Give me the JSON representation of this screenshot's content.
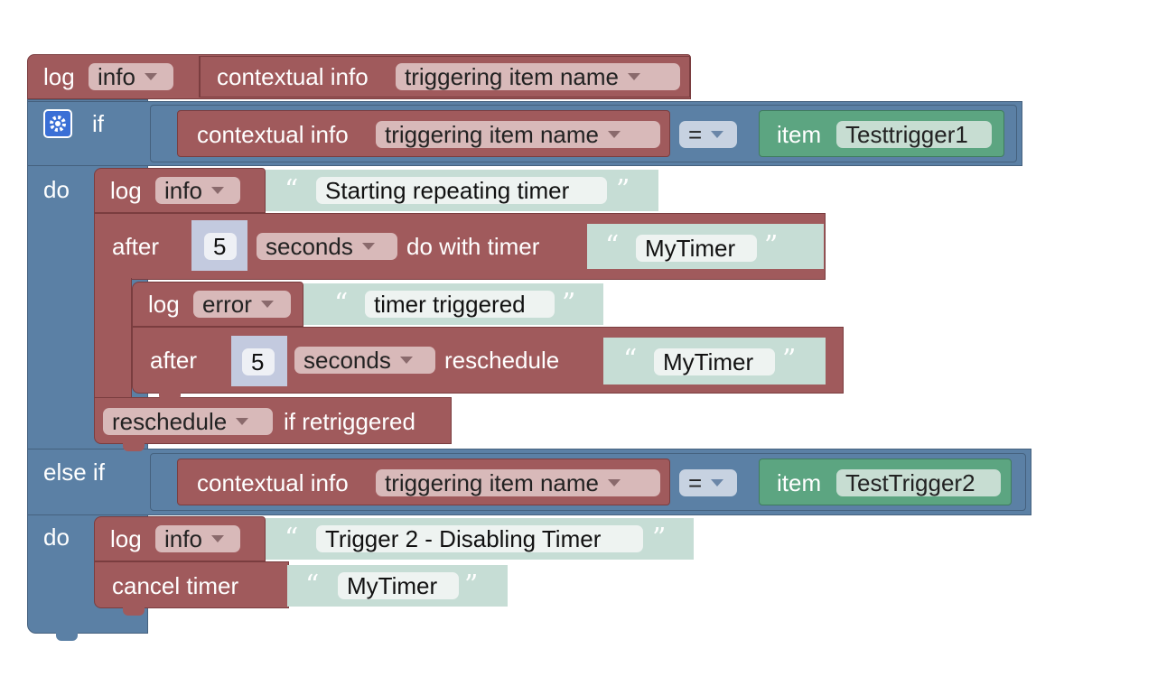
{
  "colors": {
    "logic": "#5b80a5",
    "action": "#a05a5c",
    "item": "#5ca581",
    "text": "#c6ddd5",
    "number": "#c3cadf"
  },
  "icons": {
    "mutator": "gear-icon",
    "dropdown": "triangle-down-icon",
    "quote_open": "“",
    "quote_close": "”"
  },
  "top_log": {
    "log": "log",
    "level": "info",
    "ctx_label": "contextual info",
    "ctx_value": "triggering item name"
  },
  "if_block": {
    "if_label": "if",
    "do_label": "do",
    "elseif_label": "else if",
    "do2_label": "do",
    "cond1": {
      "ctx_label": "contextual info",
      "ctx_value": "triggering item name",
      "op": "=",
      "item_label": "item",
      "item_value": "Testtrigger1"
    },
    "cond2": {
      "ctx_label": "contextual info",
      "ctx_value": "triggering item name",
      "op": "=",
      "item_label": "item",
      "item_value": "TestTrigger2"
    }
  },
  "branch1": {
    "log1": {
      "log": "log",
      "level": "info",
      "text": "Starting repeating timer"
    },
    "timer": {
      "after": "after",
      "amount": "5",
      "unit": "seconds",
      "do_with_timer": "do with timer",
      "name": "MyTimer",
      "retrig_option": "reschedule",
      "retrig_label": "if retriggered"
    },
    "inner_log": {
      "log": "log",
      "level": "error",
      "text": "timer triggered"
    },
    "inner_after": {
      "after": "after",
      "amount": "5",
      "unit": "seconds",
      "action": "reschedule",
      "name": "MyTimer"
    }
  },
  "branch2": {
    "log": {
      "log": "log",
      "level": "info",
      "text": "Trigger 2 - Disabling Timer"
    },
    "cancel": {
      "label": "cancel timer",
      "name": "MyTimer"
    }
  }
}
